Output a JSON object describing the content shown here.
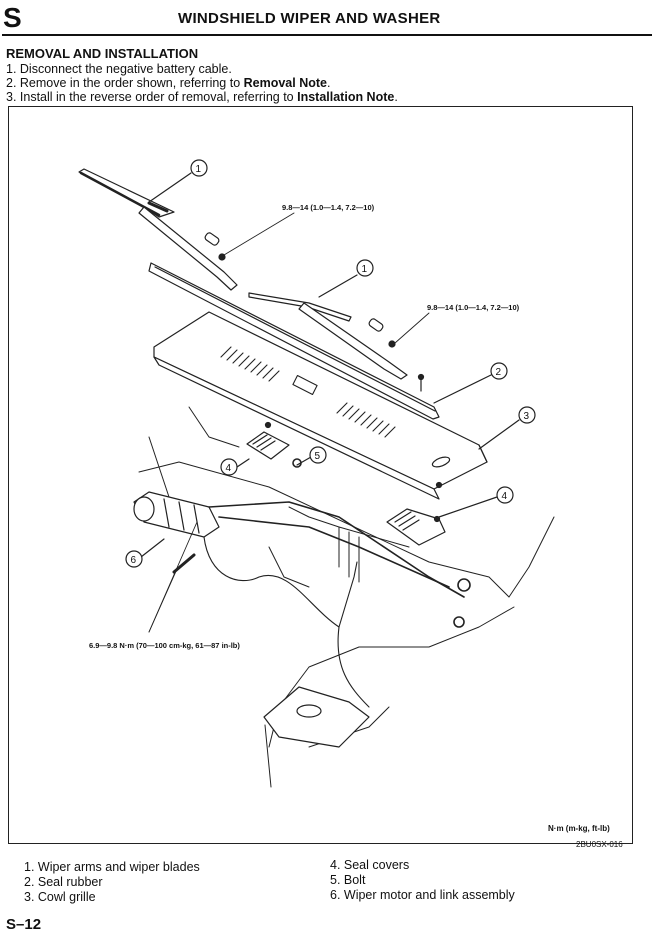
{
  "header": {
    "section_letter": "S",
    "title": "WINDSHIELD WIPER AND WASHER"
  },
  "procedure": {
    "heading": "REMOVAL AND INSTALLATION",
    "steps": [
      {
        "prefix": "1. Disconnect the negative battery cable.",
        "bold": "",
        "suffix": ""
      },
      {
        "prefix": "2. Remove in the order shown, referring to ",
        "bold": "Removal Note",
        "suffix": "."
      },
      {
        "prefix": "3. Install in the reverse order of removal, referring to ",
        "bold": "Installation Note",
        "suffix": "."
      }
    ]
  },
  "figure": {
    "torque_labels": [
      "9.8—14 (1.0—1.4, 7.2—10)",
      "9.8—14 (1.0—1.4, 7.2—10)",
      "6.9—9.8 N·m (70—100 cm-kg, 61—87 in-lb)"
    ],
    "callouts": [
      "1",
      "1",
      "2",
      "3",
      "4",
      "4",
      "5",
      "6"
    ],
    "units_note": "N·m (m-kg, ft-lb)",
    "figure_code": "2BU0SX-016"
  },
  "parts": {
    "left": [
      "1. Wiper arms and wiper blades",
      "2. Seal rubber",
      "3. Cowl grille"
    ],
    "right": [
      "4. Seal covers",
      "5. Bolt",
      "6. Wiper motor and link assembly"
    ]
  },
  "footer": {
    "page_number": "S–12"
  }
}
